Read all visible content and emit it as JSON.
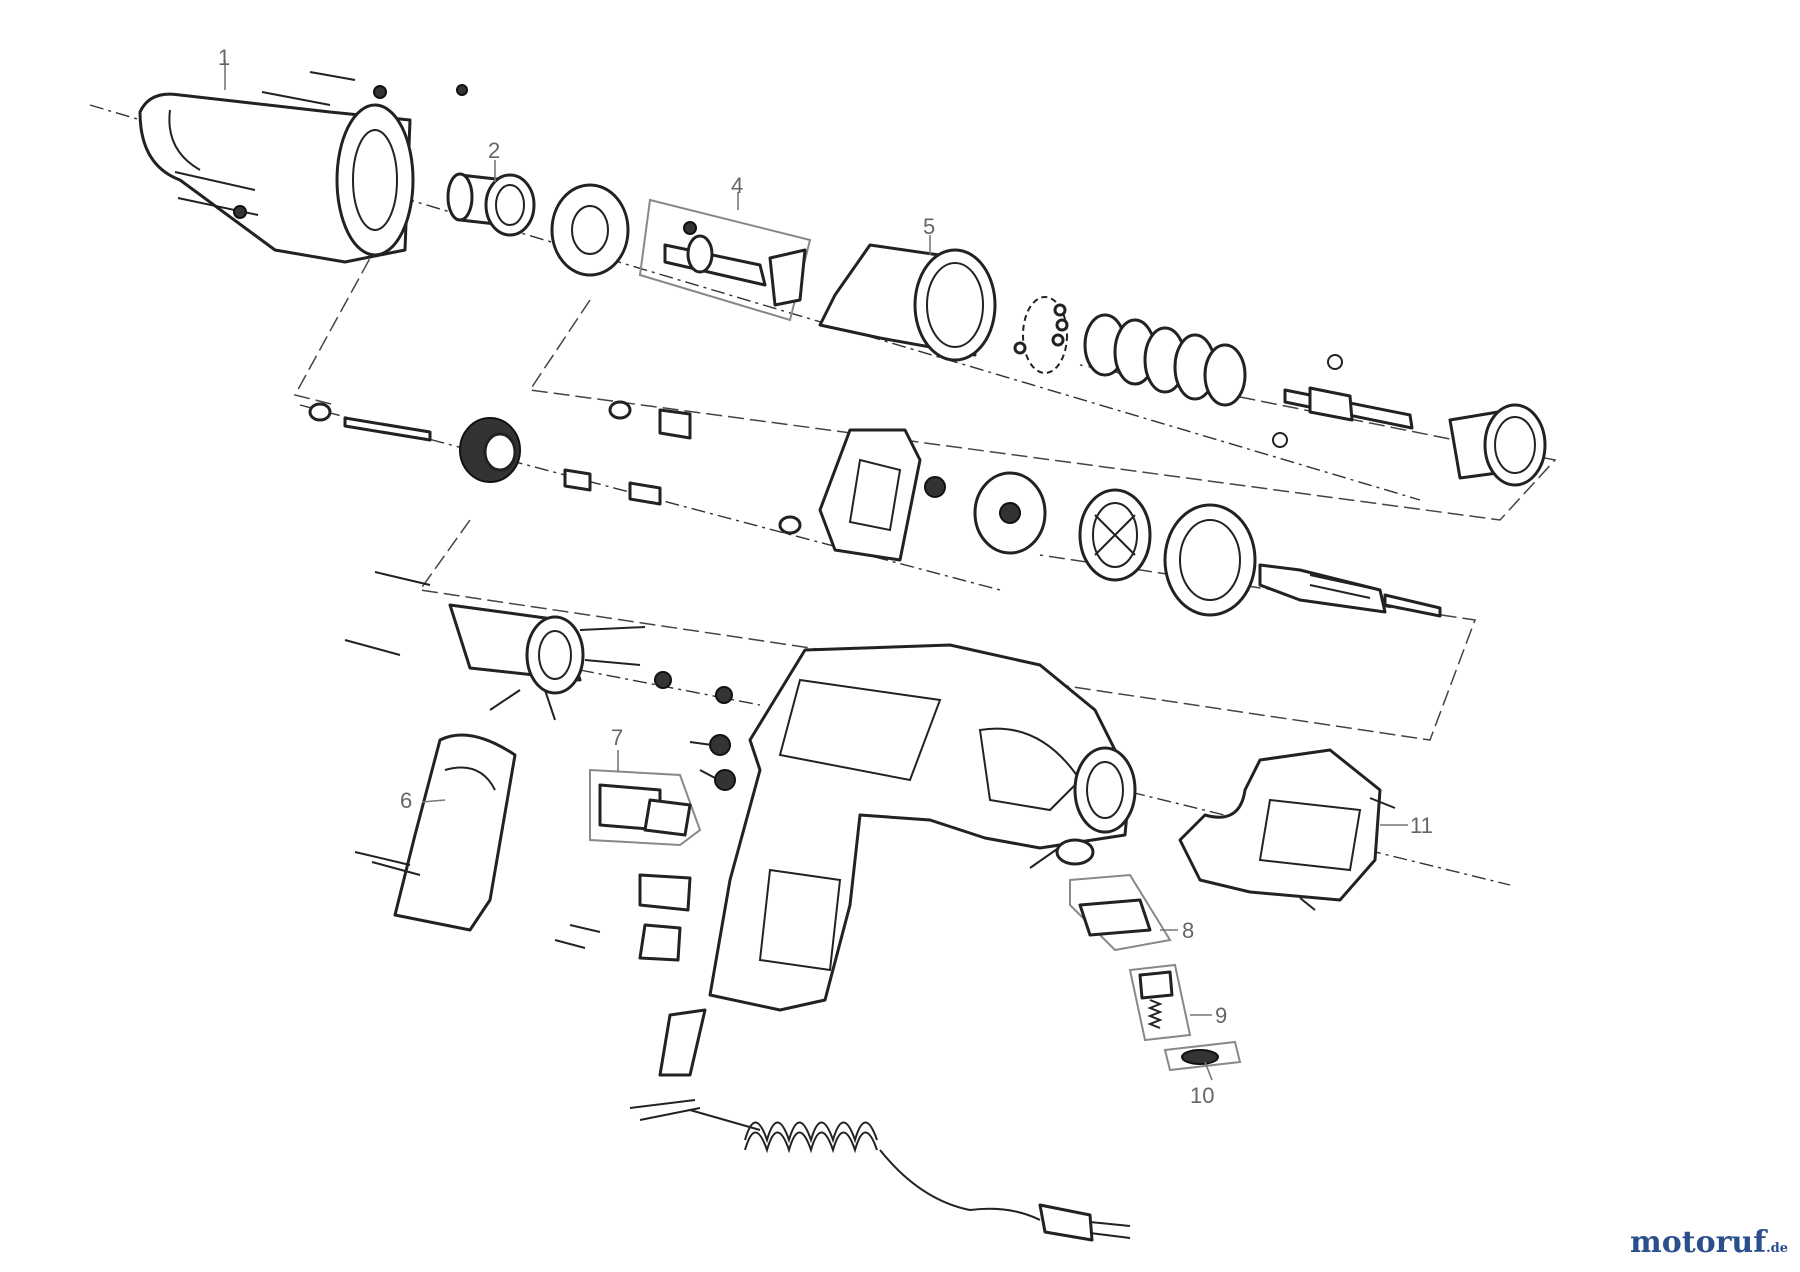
{
  "callouts": [
    {
      "id": "1"
    },
    {
      "id": "2"
    },
    {
      "id": "4"
    },
    {
      "id": "5"
    },
    {
      "id": "6"
    },
    {
      "id": "7"
    },
    {
      "id": "8"
    },
    {
      "id": "9"
    },
    {
      "id": "10"
    },
    {
      "id": "11"
    }
  ],
  "brand": {
    "main": "motoruf",
    "mark": "·",
    "suffix": ".de"
  },
  "colors": {
    "line": "#222222",
    "label": "#666666",
    "brand_blue": "#2b4f8c",
    "brand_red": "#c0392b"
  }
}
